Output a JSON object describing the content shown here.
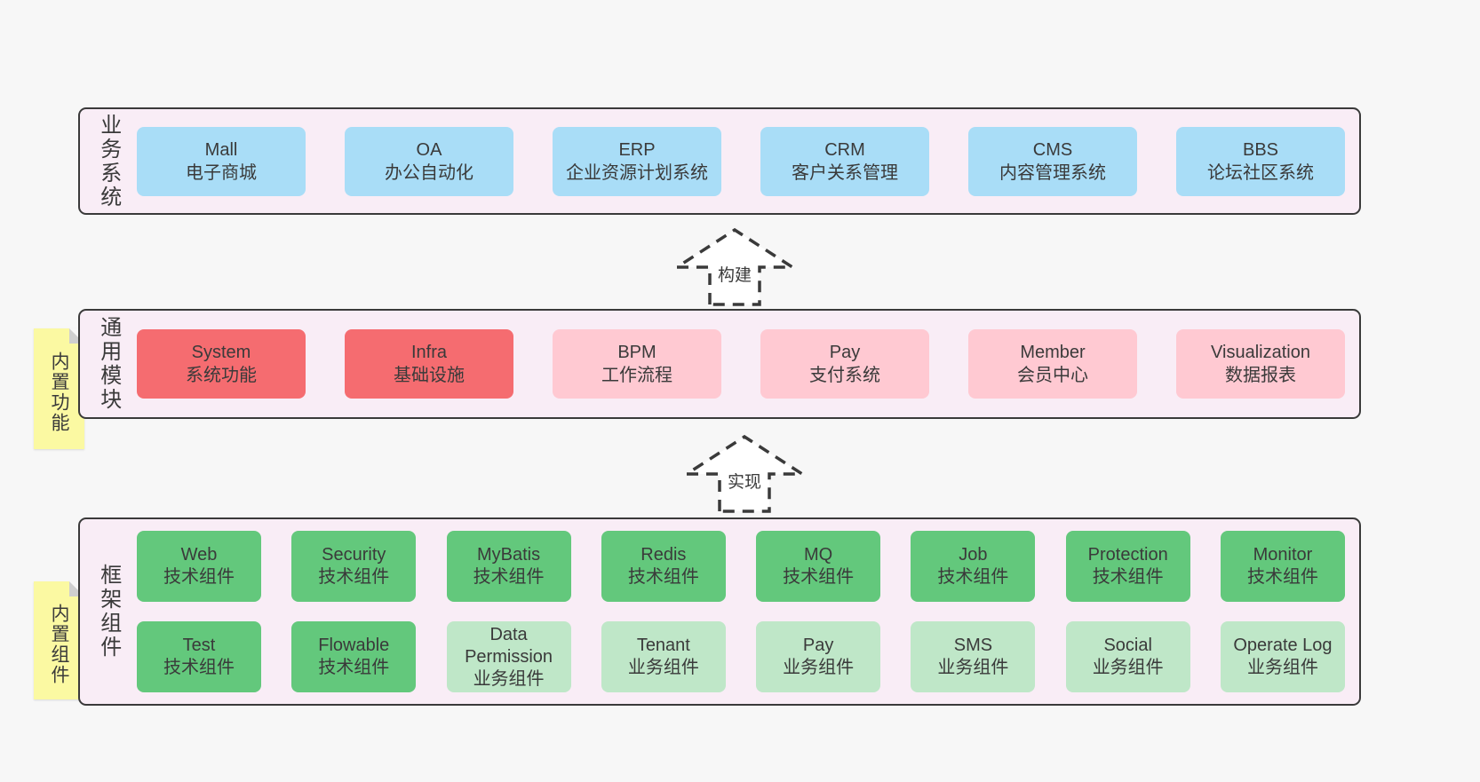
{
  "colors": {
    "page_bg": "#f7f7f7",
    "panel_bg": "#f9edf6",
    "panel_border": "#3a3a3a",
    "box_blue": "#a9ddf7",
    "box_red": "#f56c70",
    "box_pink": "#ffc9d2",
    "box_green": "#63c87c",
    "box_green_light": "#bfe7c8",
    "note_bg": "#fbf9a2",
    "note_fold": "#cfcfcf",
    "text": "#3a3a3a"
  },
  "arrows": [
    {
      "label": "构建"
    },
    {
      "label": "实现"
    }
  ],
  "layers": {
    "business": {
      "label": "业务系统",
      "boxes": [
        {
          "title": "Mall",
          "subtitle": "电子商城",
          "variant": "blue"
        },
        {
          "title": "OA",
          "subtitle": "办公自动化",
          "variant": "blue"
        },
        {
          "title": "ERP",
          "subtitle": "企业资源计划系统",
          "variant": "blue"
        },
        {
          "title": "CRM",
          "subtitle": "客户关系管理",
          "variant": "blue"
        },
        {
          "title": "CMS",
          "subtitle": "内容管理系统",
          "variant": "blue"
        },
        {
          "title": "BBS",
          "subtitle": "论坛社区系统",
          "variant": "blue"
        }
      ]
    },
    "modules": {
      "label": "通用模块",
      "note": "内置功能",
      "boxes": [
        {
          "title": "System",
          "subtitle": "系统功能",
          "variant": "red"
        },
        {
          "title": "Infra",
          "subtitle": "基础设施",
          "variant": "red"
        },
        {
          "title": "BPM",
          "subtitle": "工作流程",
          "variant": "pink"
        },
        {
          "title": "Pay",
          "subtitle": "支付系统",
          "variant": "pink"
        },
        {
          "title": "Member",
          "subtitle": "会员中心",
          "variant": "pink"
        },
        {
          "title": "Visualization",
          "subtitle": "数据报表",
          "variant": "pink"
        }
      ]
    },
    "components": {
      "label": "框架组件",
      "note": "内置组件",
      "rows": [
        [
          {
            "title": "Web",
            "subtitle": "技术组件",
            "variant": "green"
          },
          {
            "title": "Security",
            "subtitle": "技术组件",
            "variant": "green"
          },
          {
            "title": "MyBatis",
            "subtitle": "技术组件",
            "variant": "green"
          },
          {
            "title": "Redis",
            "subtitle": "技术组件",
            "variant": "green"
          },
          {
            "title": "MQ",
            "subtitle": "技术组件",
            "variant": "green"
          },
          {
            "title": "Job",
            "subtitle": "技术组件",
            "variant": "green"
          },
          {
            "title": "Protection",
            "subtitle": "技术组件",
            "variant": "green"
          },
          {
            "title": "Monitor",
            "subtitle": "技术组件",
            "variant": "green"
          }
        ],
        [
          {
            "title": "Test",
            "subtitle": "技术组件",
            "variant": "green"
          },
          {
            "title": "Flowable",
            "subtitle": "技术组件",
            "variant": "green"
          },
          {
            "title": "Data Permission",
            "subtitle": "业务组件",
            "variant": "green-light"
          },
          {
            "title": "Tenant",
            "subtitle": "业务组件",
            "variant": "green-light"
          },
          {
            "title": "Pay",
            "subtitle": "业务组件",
            "variant": "green-light"
          },
          {
            "title": "SMS",
            "subtitle": "业务组件",
            "variant": "green-light"
          },
          {
            "title": "Social",
            "subtitle": "业务组件",
            "variant": "green-light"
          },
          {
            "title": "Operate Log",
            "subtitle": "业务组件",
            "variant": "green-light"
          }
        ]
      ]
    }
  }
}
